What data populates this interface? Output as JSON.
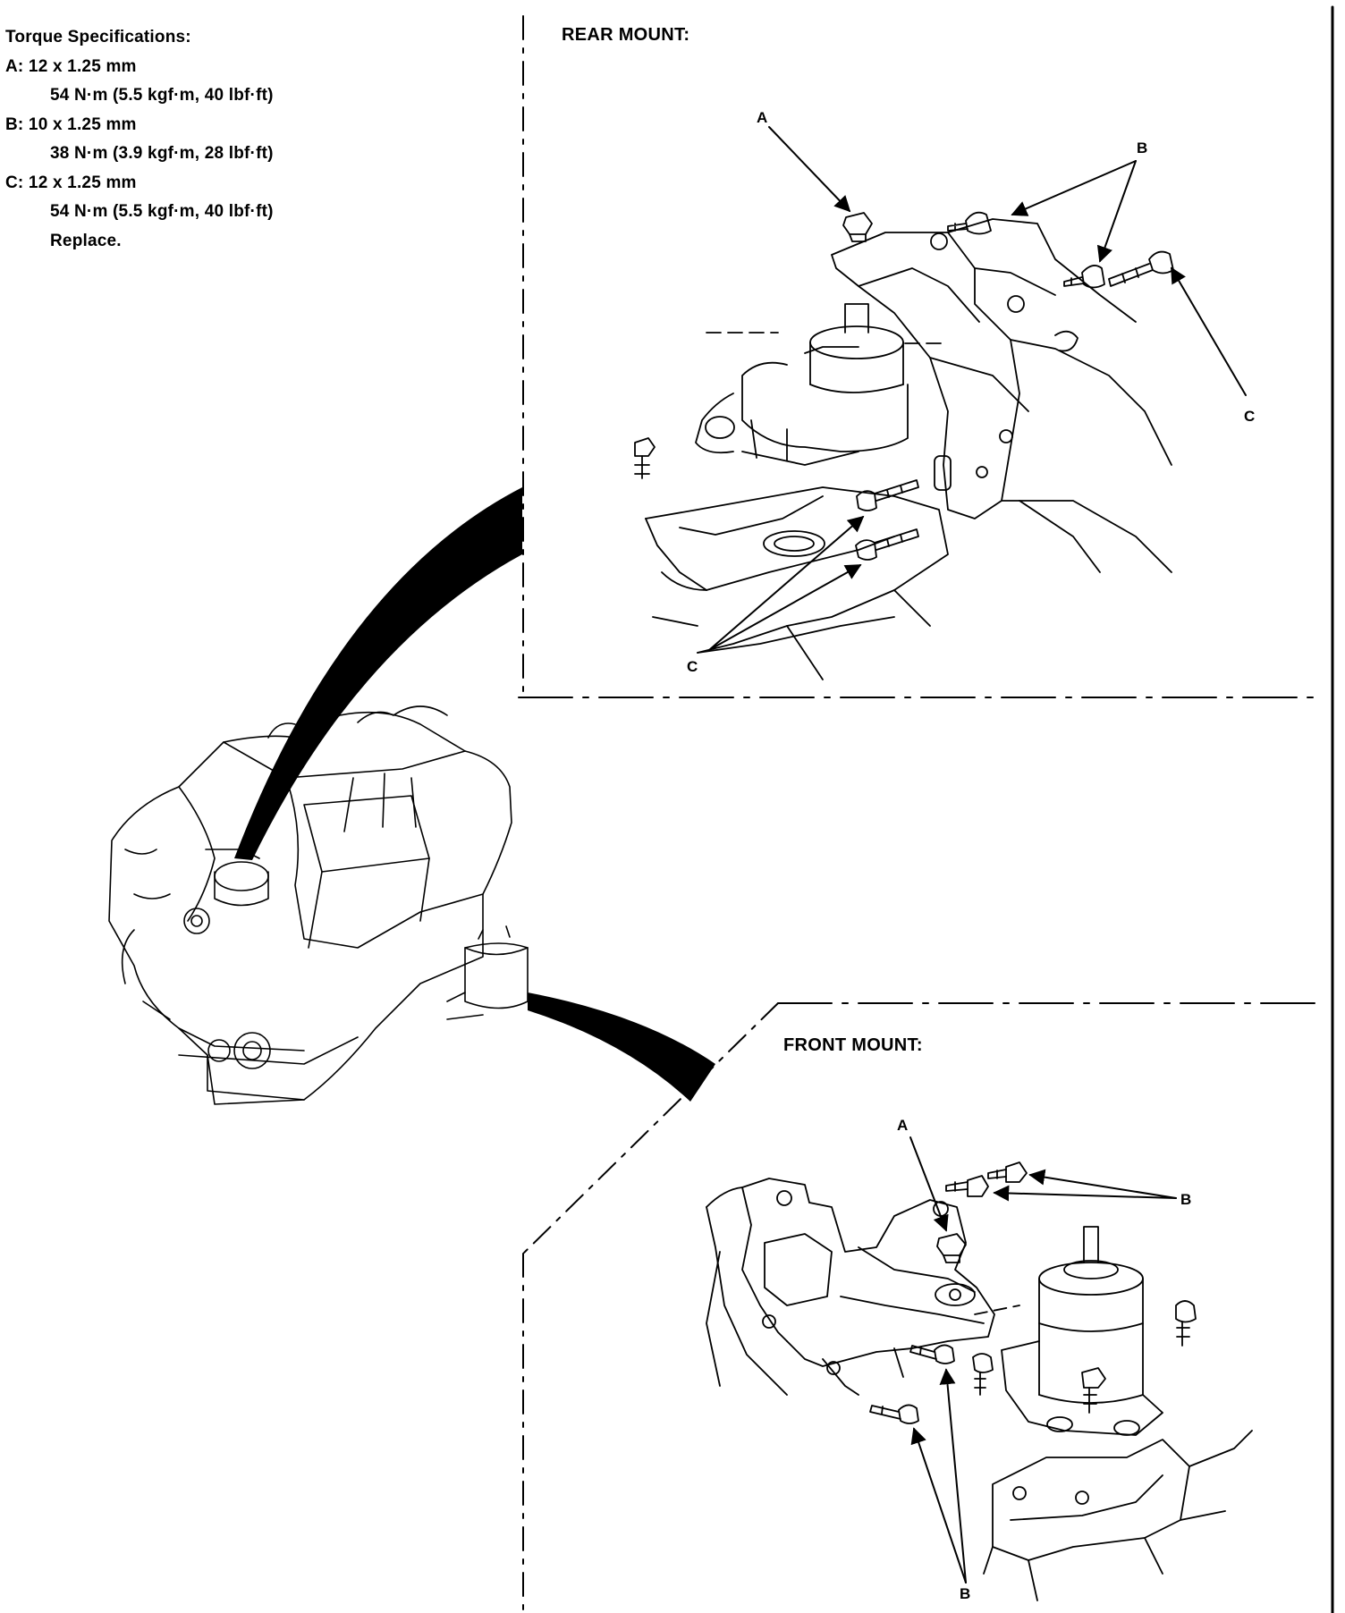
{
  "torque_specs": {
    "heading": "Torque Specifications:",
    "items": [
      {
        "label": "A: 12 x 1.25 mm",
        "value": "54 N·m (5.5 kgf·m, 40 lbf·ft)"
      },
      {
        "label": "B: 10 x 1.25 mm",
        "value": "38 N·m (3.9 kgf·m, 28 lbf·ft)"
      },
      {
        "label": "C: 12 x 1.25 mm",
        "value": "54 N·m (5.5 kgf·m, 40 lbf·ft)",
        "note": "Replace."
      }
    ]
  },
  "rear_mount": {
    "title": "REAR MOUNT:",
    "callouts": {
      "a": "A",
      "b": "B",
      "c_right": "C",
      "c_bottom": "C"
    }
  },
  "front_mount": {
    "title": "FRONT MOUNT:",
    "callouts": {
      "a": "A",
      "b_right": "B",
      "b_bottom": "B"
    }
  },
  "colors": {
    "ink": "#000000",
    "paper": "#ffffff"
  }
}
